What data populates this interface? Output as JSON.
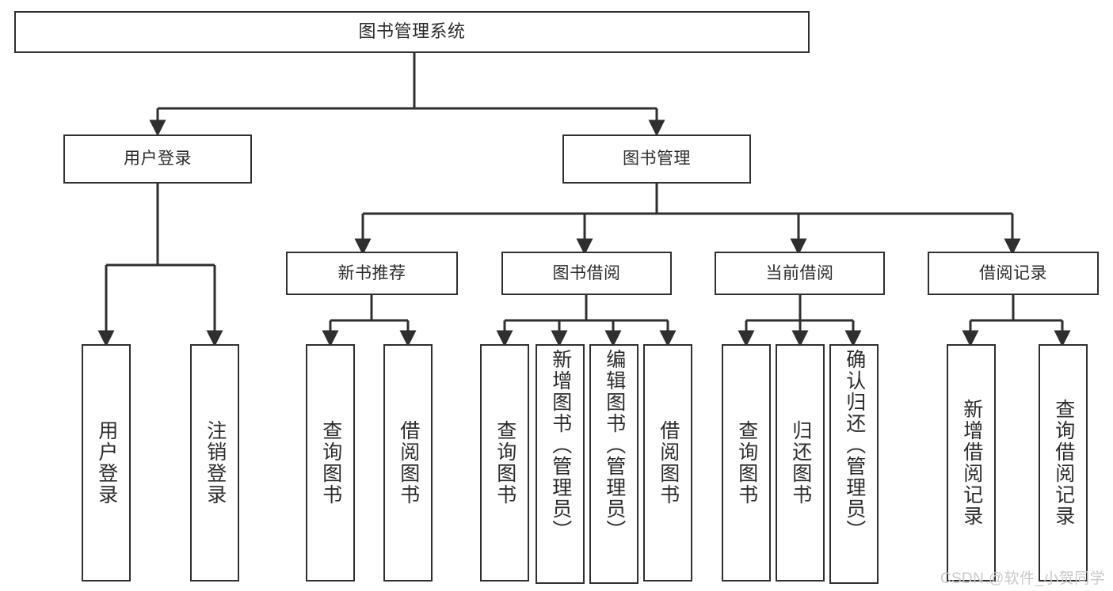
{
  "diagram": {
    "title": "图书管理系统",
    "type": "tree-hierarchy",
    "watermark": "CSDN @软件_小贺同学",
    "colors": {
      "stroke": "#2f2f2f",
      "text": "#2b2b2b",
      "background": "#ffffff",
      "watermark": "#c9c9c9"
    },
    "nodes": {
      "root": {
        "label": "图书管理系统"
      },
      "level1": [
        {
          "label": "用户登录"
        },
        {
          "label": "图书管理"
        }
      ],
      "level2": [
        {
          "label": "新书推荐"
        },
        {
          "label": "图书借阅"
        },
        {
          "label": "当前借阅"
        },
        {
          "label": "借阅记录"
        }
      ],
      "leaves_user_login": [
        {
          "label": "用户登录"
        },
        {
          "label": "注销登录"
        }
      ],
      "leaves_new_book": [
        {
          "label": "查询图书"
        },
        {
          "label": "借阅图书"
        }
      ],
      "leaves_borrow": [
        {
          "label": "查询图书"
        },
        {
          "label": "新增图书（管理员）"
        },
        {
          "label": "编辑图书（管理员）"
        },
        {
          "label": "借阅图书"
        }
      ],
      "leaves_current": [
        {
          "label": "查询图书"
        },
        {
          "label": "归还图书"
        },
        {
          "label": "确认归还（管理员）"
        }
      ],
      "leaves_records": [
        {
          "label": "新增借阅记录"
        },
        {
          "label": "查询借阅记录"
        }
      ]
    }
  }
}
